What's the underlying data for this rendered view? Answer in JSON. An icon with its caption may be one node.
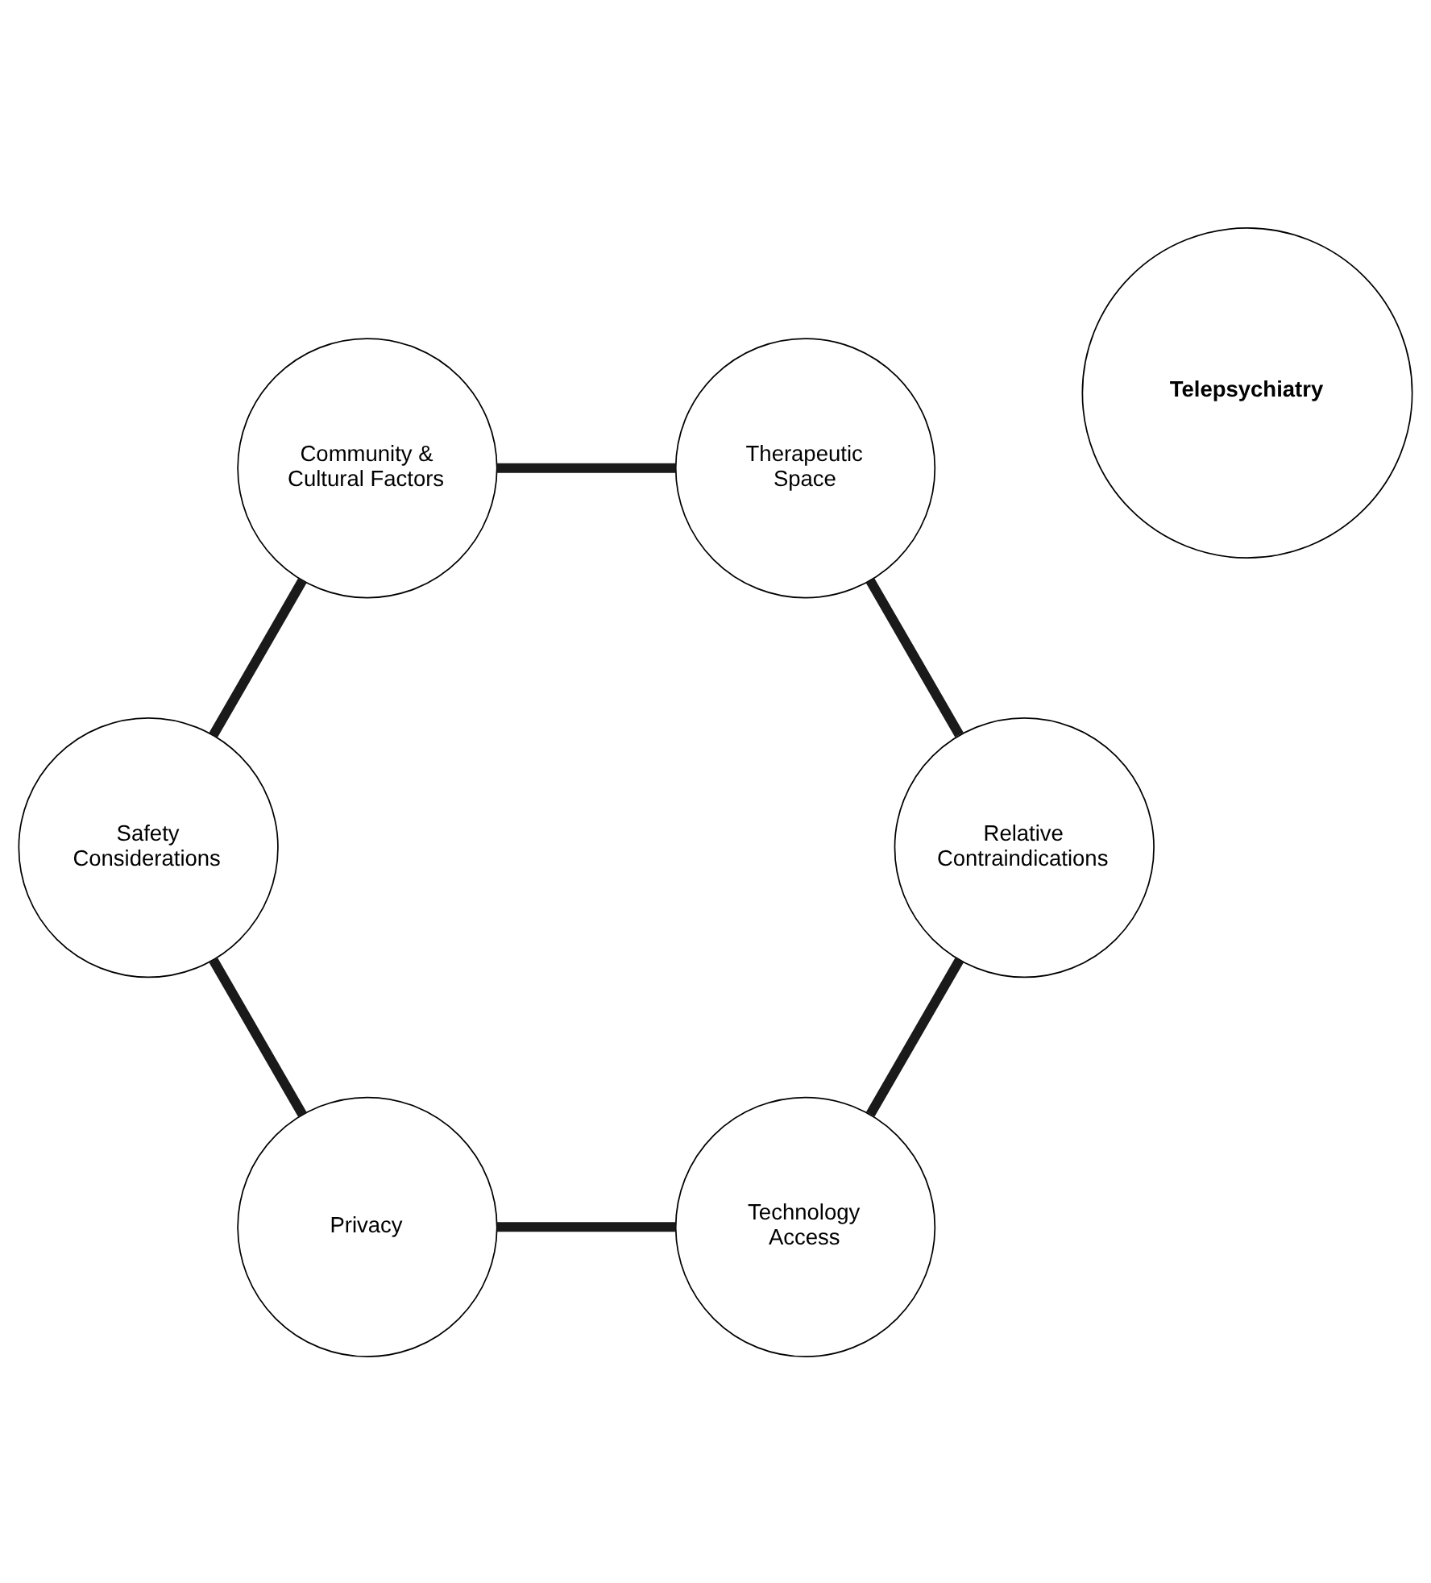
{
  "diagram": {
    "nodes": [
      {
        "text": [
          "Technology Access"
        ]
      },
      {
        "text": [
          "Relative Contraindications"
        ]
      },
      {
        "text": [
          "Privacy"
        ]
      },
      {
        "text": [
          "Telepsychiatry"
        ]
      },
      {
        "text": [
          "Therapeutic Space"
        ]
      },
      {
        "text": [
          "Safety Considerations"
        ]
      },
      {
        "text": [
          "Community & Cultural Factors"
        ]
      }
    ],
    "edges": [
      {
        "from": 0,
        "to": 2,
        "arrow": "none"
      },
      {
        "from": 2,
        "to": 5,
        "arrow": "none"
      },
      {
        "from": 5,
        "to": 6,
        "arrow": "none"
      },
      {
        "from": 6,
        "to": 4,
        "arrow": "none"
      },
      {
        "from": 4,
        "to": 1,
        "arrow": "none"
      },
      {
        "from": 1,
        "to": 0,
        "arrow": "none"
      }
    ]
  }
}
